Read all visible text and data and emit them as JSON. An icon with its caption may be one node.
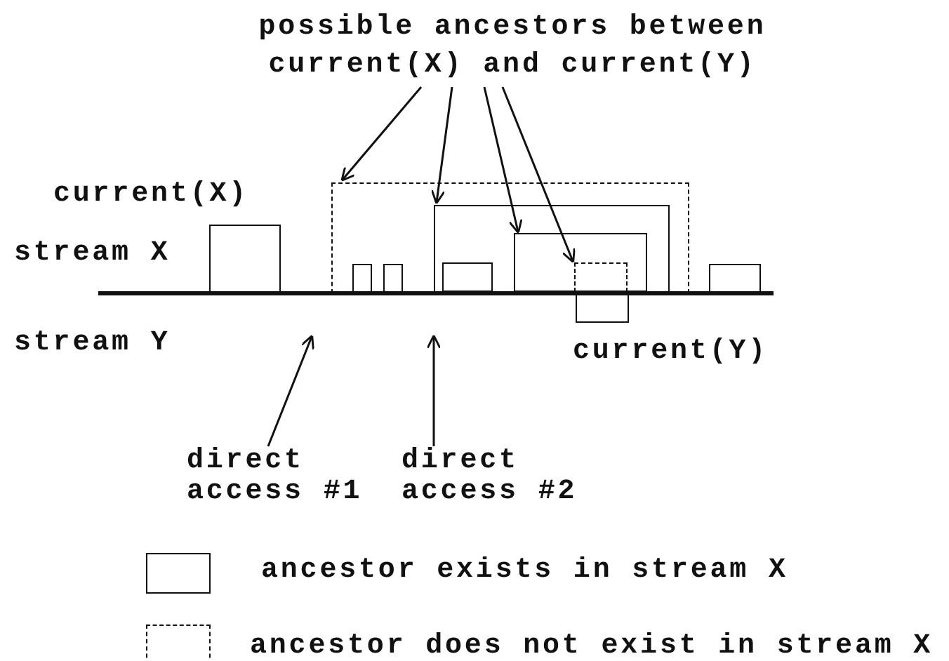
{
  "diagram": {
    "nodes": [
      {
        "text": [
          "possible ancestors between current(X) and current(Y)"
        ]
      },
      {
        "text": [
          "current(X)"
        ]
      },
      {
        "text": [],
        "shape": "box"
      },
      {
        "text": [],
        "shape": "box",
        "in": 2
      },
      {
        "text": [],
        "shape": "box",
        "in": 2
      },
      {
        "text": [],
        "shape": "box",
        "in": 2
      },
      {
        "text": [],
        "shape": "box",
        "in": 5
      },
      {
        "text": [],
        "shape": "box",
        "in": 5
      },
      {
        "text": [],
        "shape": "box",
        "in": 7
      },
      {
        "text": [],
        "shape": "box"
      },
      {
        "text": [
          "current(Y)"
        ]
      },
      {
        "text": [
          "direct access #1"
        ]
      },
      {
        "text": [
          "direct access #2"
        ]
      }
    ],
    "edges": [
      {
        "from": 0,
        "to": 2,
        "arrow": "to"
      },
      {
        "from": 0,
        "to": 5,
        "arrow": "to"
      },
      {
        "from": 0,
        "to": 7,
        "arrow": "to"
      },
      {
        "from": 0,
        "to": 8,
        "arrow": "to"
      },
      {
        "from": 11,
        "to": null,
        "arrow": "to"
      },
      {
        "from": 12,
        "to": null,
        "arrow": "to"
      }
    ],
    "labels": [
      "stream X",
      "stream Y"
    ],
    "legend": [
      {
        "text": "ancestor exists in stream X"
      },
      {
        "text": "ancestor does not exist in stream X"
      }
    ]
  }
}
